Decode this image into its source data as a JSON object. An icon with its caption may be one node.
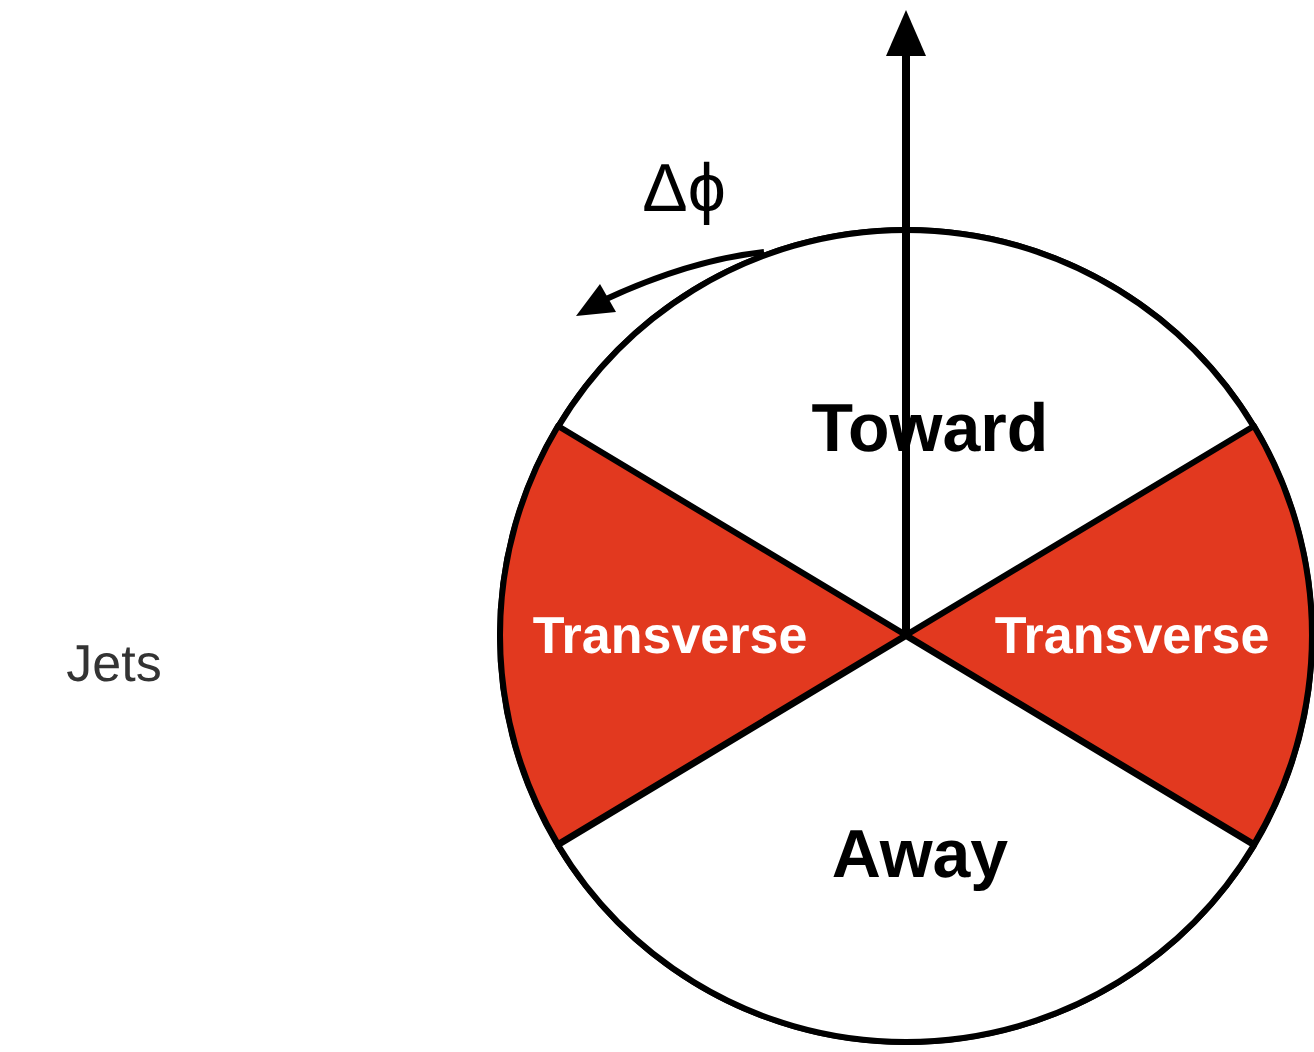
{
  "diagram": {
    "nodes": [
      {
        "text": [
          "Toward"
        ]
      },
      {
        "text": [
          "Transverse"
        ]
      },
      {
        "text": [
          "Transverse"
        ]
      },
      {
        "text": [
          "Away"
        ]
      }
    ],
    "labels": [
      "Δϕ",
      "Jets"
    ]
  }
}
